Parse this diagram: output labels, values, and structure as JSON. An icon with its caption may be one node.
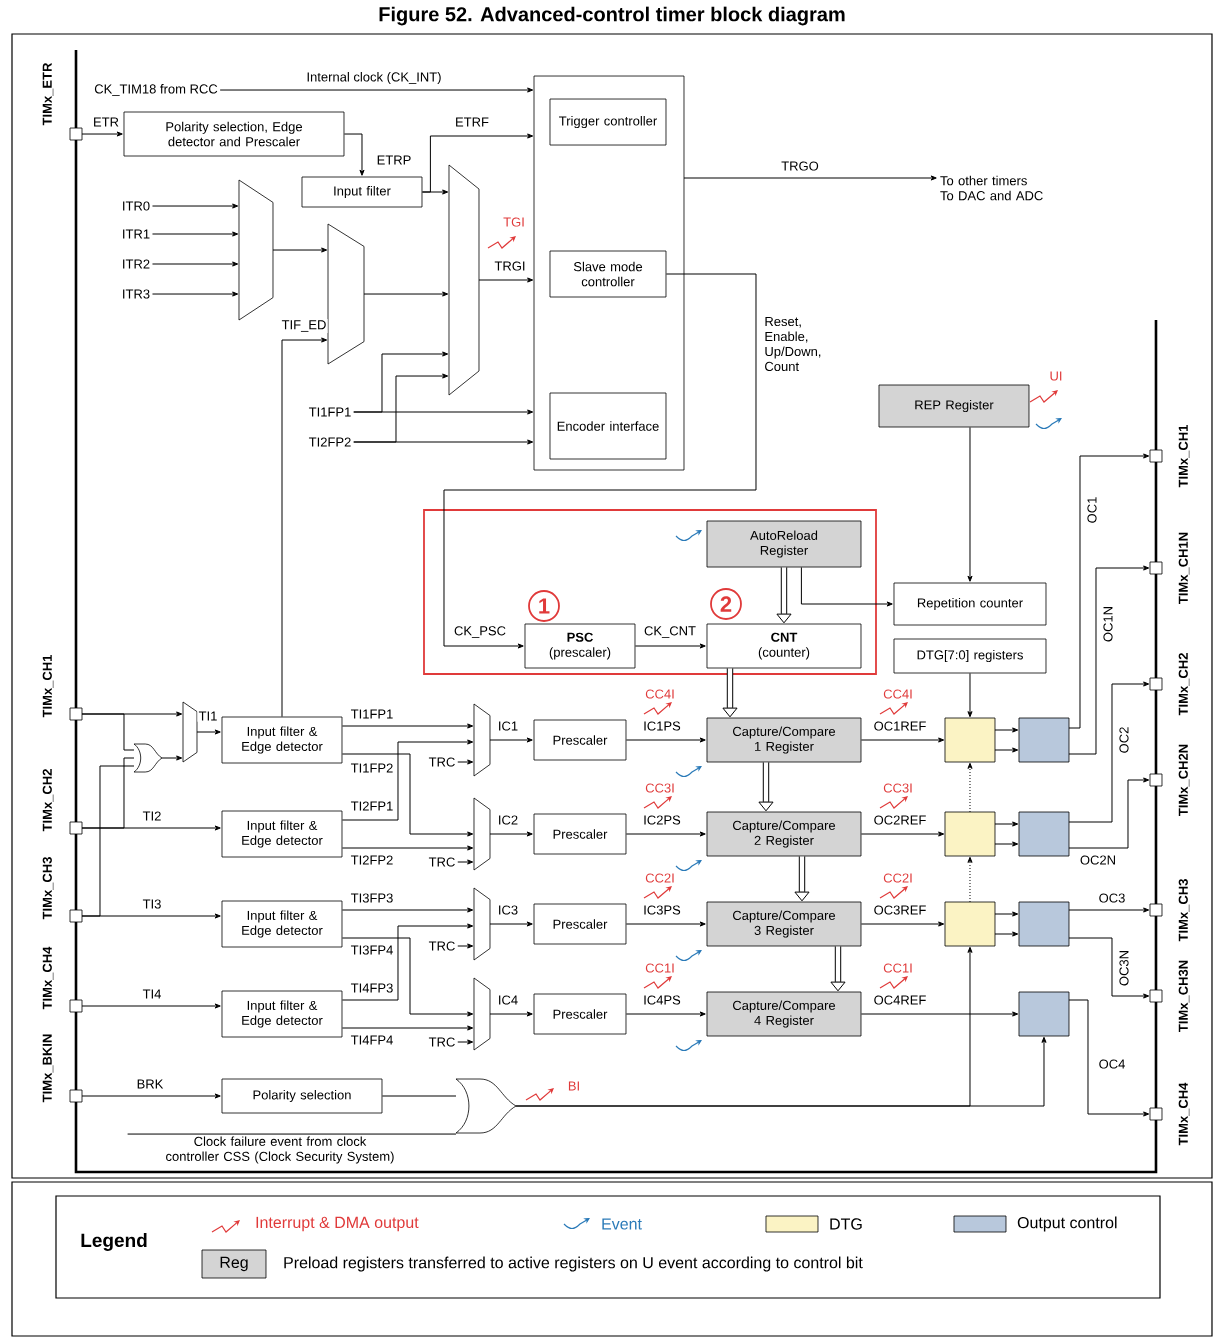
{
  "diagram": {
    "title": "Figure 52. Advanced-control timer block diagram",
    "nodes": [
      {
        "text": [],
        "shape": "box",
        "beside": [
          "TIMx_ETR"
        ]
      },
      {
        "text": [
          "Polarity selection, Edge detector and Prescaler"
        ]
      },
      {
        "text": [
          "Input filter"
        ]
      },
      {
        "text": [],
        "shape": "trapezoid"
      },
      {
        "text": [],
        "shape": "trapezoid"
      },
      {
        "text": [],
        "shape": "trapezoid"
      },
      {
        "text": [],
        "shape": "box"
      },
      {
        "text": [
          "Trigger controller"
        ],
        "in": 6
      },
      {
        "text": [
          "Slave mode controller"
        ],
        "in": 6
      },
      {
        "text": [
          "Encoder interface"
        ],
        "in": 6
      },
      {
        "text": [
          "REP Register"
        ]
      },
      {
        "text": [
          "AutoReload Register"
        ]
      },
      {
        "text": [
          "PSC",
          "(prescaler)"
        ]
      },
      {
        "text": [
          "CNT",
          "(counter)"
        ]
      },
      {
        "text": [
          "Repetition counter"
        ]
      },
      {
        "text": [
          "DTG[7:0] registers"
        ]
      },
      {
        "text": [],
        "shape": "box",
        "beside": [
          "TIMx_CH1"
        ]
      },
      {
        "text": [],
        "shape": "box",
        "beside": [
          "TIMx_CH2"
        ]
      },
      {
        "text": [],
        "shape": "box",
        "beside": [
          "TIMx_CH3"
        ]
      },
      {
        "text": [],
        "shape": "box",
        "beside": [
          "TIMx_CH4"
        ]
      },
      {
        "text": [],
        "shape": "box",
        "beside": [
          "TIMx_BKIN"
        ]
      },
      {
        "text": [],
        "shape": "gate"
      },
      {
        "text": [],
        "shape": "trapezoid"
      },
      {
        "text": [
          "Input filter & Edge detector"
        ]
      },
      {
        "text": [
          "Input filter & Edge detector"
        ]
      },
      {
        "text": [
          "Input filter & Edge detector"
        ]
      },
      {
        "text": [
          "Input filter & Edge detector"
        ]
      },
      {
        "text": [],
        "shape": "trapezoid"
      },
      {
        "text": [],
        "shape": "trapezoid"
      },
      {
        "text": [],
        "shape": "trapezoid"
      },
      {
        "text": [],
        "shape": "trapezoid"
      },
      {
        "text": [
          "Prescaler"
        ]
      },
      {
        "text": [
          "Prescaler"
        ]
      },
      {
        "text": [
          "Prescaler"
        ]
      },
      {
        "text": [
          "Prescaler"
        ]
      },
      {
        "text": [
          "Capture/Compare 1 Register"
        ]
      },
      {
        "text": [
          "Capture/Compare 2 Register"
        ]
      },
      {
        "text": [
          "Capture/Compare 3 Register"
        ]
      },
      {
        "text": [
          "Capture/Compare 4 Register"
        ]
      },
      {
        "text": [],
        "shape": "box"
      },
      {
        "text": [],
        "shape": "box"
      },
      {
        "text": [],
        "shape": "box"
      },
      {
        "text": [],
        "shape": "box"
      },
      {
        "text": [],
        "shape": "box"
      },
      {
        "text": [],
        "shape": "box"
      },
      {
        "text": [],
        "shape": "box"
      },
      {
        "text": [
          "Polarity selection"
        ]
      },
      {
        "text": [],
        "shape": "gate"
      },
      {
        "text": [],
        "shape": "box",
        "beside": [
          "TIMx_CH1"
        ]
      },
      {
        "text": [],
        "shape": "box",
        "beside": [
          "TIMx_CH1N"
        ]
      },
      {
        "text": [],
        "shape": "box",
        "beside": [
          "TIMx_CH2"
        ]
      },
      {
        "text": [],
        "shape": "box",
        "beside": [
          "TIMx_CH2N"
        ]
      },
      {
        "text": [],
        "shape": "box",
        "beside": [
          "TIMx_CH3"
        ]
      },
      {
        "text": [],
        "shape": "box",
        "beside": [
          "TIMx_CH3N"
        ]
      },
      {
        "text": [],
        "shape": "box",
        "beside": [
          "TIMx_CH4"
        ]
      },
      {
        "text": [
          "1"
        ]
      },
      {
        "text": [
          "2"
        ]
      },
      {
        "text": [
          "CK_TIM18 from RCC"
        ]
      },
      {
        "text": [
          "ITR0"
        ]
      },
      {
        "text": [
          "ITR1"
        ]
      },
      {
        "text": [
          "ITR2"
        ]
      },
      {
        "text": [
          "ITR3"
        ]
      },
      {
        "text": [
          "TI1FP1"
        ]
      },
      {
        "text": [
          "TI2FP2"
        ]
      },
      {
        "text": [
          "To other timers",
          "To DAC and ADC"
        ]
      },
      {
        "text": [
          "Clock failure event from clock controller CSS (Clock Security System)"
        ]
      },
      {
        "text": [
          "TRC"
        ]
      },
      {
        "text": [
          "TRC"
        ]
      },
      {
        "text": [
          "TRC"
        ]
      },
      {
        "text": [
          "TRC"
        ]
      }
    ],
    "edges": [
      {
        "from": 0,
        "to": 1,
        "arrow": "to",
        "label": "ETR"
      },
      {
        "from": 1,
        "to": 2,
        "arrow": "to",
        "label": "ETRP"
      },
      {
        "from": 2,
        "to": 6,
        "arrow": "to",
        "label": "ETRF"
      },
      {
        "from": 2,
        "to": 5,
        "arrow": "to"
      },
      {
        "from": 57,
        "to": 6,
        "arrow": "to",
        "label": "Internal clock (CK_INT)"
      },
      {
        "from": 58,
        "to": 3,
        "arrow": "to"
      },
      {
        "from": 59,
        "to": 3,
        "arrow": "to"
      },
      {
        "from": 60,
        "to": 3,
        "arrow": "to"
      },
      {
        "from": 61,
        "to": 3,
        "arrow": "to"
      },
      {
        "from": 3,
        "to": 4,
        "arrow": "to"
      },
      {
        "from": 4,
        "to": 5,
        "arrow": "to"
      },
      {
        "from": 5,
        "to": 6,
        "arrow": "to",
        "label": "TRGI"
      },
      {
        "from": 62,
        "to": 6,
        "arrow": "to"
      },
      {
        "from": 63,
        "to": 6,
        "arrow": "to"
      },
      {
        "from": 62,
        "to": 5,
        "arrow": "to"
      },
      {
        "from": 63,
        "to": 5,
        "arrow": "to"
      },
      {
        "from": 6,
        "to": 64,
        "arrow": "to",
        "label": "TRGO"
      },
      {
        "from": 8,
        "to": 12,
        "arrow": "to",
        "label": "CK_PSC"
      },
      {
        "from": 12,
        "to": 13,
        "arrow": "to",
        "label": "CK_CNT"
      },
      {
        "from": 11,
        "to": 13,
        "arrow": "to",
        "style": "thick"
      },
      {
        "from": 11,
        "to": 14,
        "arrow": "to"
      },
      {
        "from": 10,
        "to": 14,
        "arrow": "to"
      },
      {
        "from": 13,
        "to": 35,
        "arrow": "to",
        "style": "thick"
      },
      {
        "from": 35,
        "to": 36,
        "arrow": "to",
        "style": "thick"
      },
      {
        "from": 36,
        "to": 37,
        "arrow": "to",
        "style": "thick"
      },
      {
        "from": 37,
        "to": 38,
        "arrow": "to",
        "style": "thick"
      },
      {
        "from": 16,
        "to": 22,
        "arrow": "to"
      },
      {
        "from": 16,
        "to": 21,
        "arrow": "none"
      },
      {
        "from": 17,
        "to": 21,
        "arrow": "none"
      },
      {
        "from": 18,
        "to": 21,
        "arrow": "none"
      },
      {
        "from": 21,
        "to": 22,
        "arrow": "to"
      },
      {
        "from": 22,
        "to": 23,
        "arrow": "to",
        "label": "TI1"
      },
      {
        "from": 17,
        "to": 24,
        "arrow": "to",
        "label": "TI2"
      },
      {
        "from": 18,
        "to": 25,
        "arrow": "to",
        "label": "TI3"
      },
      {
        "from": 19,
        "to": 26,
        "arrow": "to",
        "label": "TI4"
      },
      {
        "from": 23,
        "to": 27,
        "arrow": "to",
        "label": "TI1FP1"
      },
      {
        "from": 23,
        "to": 28,
        "arrow": "to",
        "label": "TI1FP2"
      },
      {
        "from": 24,
        "to": 27,
        "arrow": "to",
        "label": "TI2FP1"
      },
      {
        "from": 24,
        "to": 28,
        "arrow": "to",
        "label": "TI2FP2"
      },
      {
        "from": 25,
        "to": 29,
        "arrow": "to",
        "label": "TI3FP3"
      },
      {
        "from": 25,
        "to": 30,
        "arrow": "to",
        "label": "TI3FP4"
      },
      {
        "from": 26,
        "to": 29,
        "arrow": "to",
        "label": "TI4FP3"
      },
      {
        "from": 26,
        "to": 30,
        "arrow": "to",
        "label": "TI4FP4"
      },
      {
        "from": 23,
        "to": 4,
        "arrow": "to",
        "label": "TIF_ED"
      },
      {
        "from": 66,
        "to": 27,
        "arrow": "to"
      },
      {
        "from": 67,
        "to": 28,
        "arrow": "to"
      },
      {
        "from": 68,
        "to": 29,
        "arrow": "to"
      },
      {
        "from": 69,
        "to": 30,
        "arrow": "to"
      },
      {
        "from": 27,
        "to": 31,
        "arrow": "to",
        "label": "IC1"
      },
      {
        "from": 28,
        "to": 32,
        "arrow": "to",
        "label": "IC2"
      },
      {
        "from": 29,
        "to": 33,
        "arrow": "to",
        "label": "IC3"
      },
      {
        "from": 30,
        "to": 34,
        "arrow": "to",
        "label": "IC4"
      },
      {
        "from": 31,
        "to": 35,
        "arrow": "to",
        "label": "IC1PS"
      },
      {
        "from": 32,
        "to": 36,
        "arrow": "to",
        "label": "IC2PS"
      },
      {
        "from": 33,
        "to": 37,
        "arrow": "to",
        "label": "IC3PS"
      },
      {
        "from": 34,
        "to": 38,
        "arrow": "to",
        "label": "IC4PS"
      },
      {
        "from": 35,
        "to": 39,
        "arrow": "to",
        "label": "OC1REF"
      },
      {
        "from": 36,
        "to": 40,
        "arrow": "to",
        "label": "OC2REF"
      },
      {
        "from": 37,
        "to": 41,
        "arrow": "to",
        "label": "OC3REF"
      },
      {
        "from": 38,
        "to": 45,
        "arrow": "to",
        "label": "OC4REF"
      },
      {
        "from": 15,
        "to": 39,
        "arrow": "to"
      },
      {
        "from": 40,
        "to": 39,
        "arrow": "to",
        "style": "dashed"
      },
      {
        "from": 41,
        "to": 40,
        "arrow": "to",
        "style": "dashed"
      },
      {
        "from": 39,
        "to": 42,
        "arrow": "to"
      },
      {
        "from": 39,
        "to": 42,
        "arrow": "to"
      },
      {
        "from": 40,
        "to": 43,
        "arrow": "to"
      },
      {
        "from": 40,
        "to": 43,
        "arrow": "to"
      },
      {
        "from": 41,
        "to": 44,
        "arrow": "to"
      },
      {
        "from": 41,
        "to": 44,
        "arrow": "to"
      },
      {
        "from": 42,
        "to": 48,
        "arrow": "to",
        "label": "OC1"
      },
      {
        "from": 42,
        "to": 49,
        "arrow": "to",
        "label": "OC1N"
      },
      {
        "from": 43,
        "to": 50,
        "arrow": "to",
        "label": "OC2"
      },
      {
        "from": 43,
        "to": 51,
        "arrow": "to",
        "label": "OC2N"
      },
      {
        "from": 44,
        "to": 52,
        "arrow": "to",
        "label": "OC3"
      },
      {
        "from": 44,
        "to": 53,
        "arrow": "to",
        "label": "OC3N"
      },
      {
        "from": 45,
        "to": 54,
        "arrow": "to",
        "label": "OC4"
      },
      {
        "from": 20,
        "to": 46,
        "arrow": "to",
        "label": "BRK"
      },
      {
        "from": 46,
        "to": 47,
        "arrow": "none"
      },
      {
        "from": 65,
        "to": 47,
        "arrow": "none"
      },
      {
        "from": 47,
        "to": 41,
        "arrow": "to"
      },
      {
        "from": 47,
        "to": 45,
        "arrow": "to"
      }
    ],
    "labels": [
      "TGI",
      "Reset, Enable, Up/Down, Count",
      "UI",
      "CC4I",
      "CC4I",
      "CC3I",
      "CC3I",
      "CC2I",
      "CC2I",
      "CC1I",
      "CC1I",
      "BI",
      "Legend",
      "Reg"
    ],
    "legend": [
      {
        "text": "Interrupt & DMA output"
      },
      {
        "text": "Event"
      },
      {
        "text": "DTG",
        "color": "#fbf3c4"
      },
      {
        "text": "Output control",
        "color": "#b8c8dc"
      },
      {
        "text": "Preload registers transferred to active registers on U event according to control bit",
        "color": "#d4d4d4"
      }
    ]
  }
}
